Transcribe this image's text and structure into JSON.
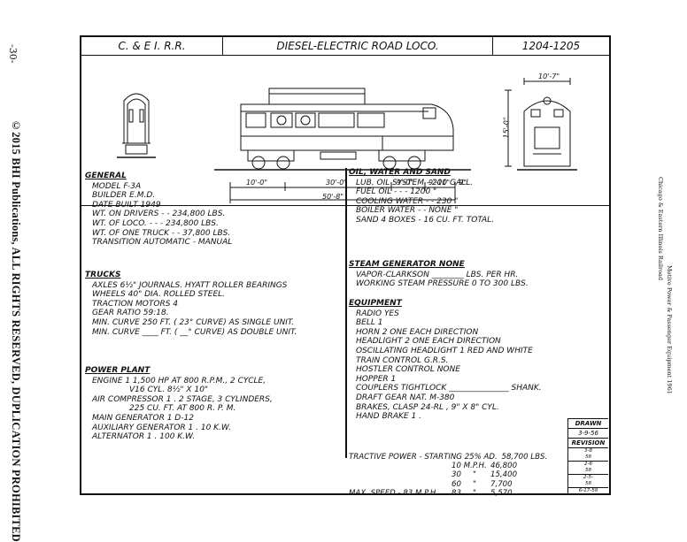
{
  "side": {
    "page_number": "-30-",
    "copyright": "©2015 BHI Publications, ALL RIGHTS RESERVED, DUPLICATION PROHIBITED",
    "book_title": "Chicago & Eastern Illinois Railroad",
    "book_subtitle": "Motive Power & Passenger Equipment 1961"
  },
  "header": {
    "road": "C. & E I. R.R.",
    "title": "DIESEL-ELECTRIC ROAD LOCO.",
    "numbers": "1204-1205"
  },
  "dimensions": {
    "width": "10'-7\"",
    "height": "15'-0\"",
    "d1": "10'-0\"",
    "d2": "30'-0\"",
    "d3": "9'-0\"",
    "d4": "9'-11\"",
    "d5": "9\"",
    "overall": "50'-8\""
  },
  "general": {
    "heading": "GENERAL",
    "lines": [
      "MODEL  F-3A",
      "BUILDER  E.M.D.",
      "DATE BUILT  1949",
      "WT. ON DRIVERS - - 234,800   LBS.",
      "WT. OF LOCO. - - - 234,800   LBS.",
      "WT. OF ONE TRUCK - - 37,800  LBS.",
      "TRANSITION  AUTOMATIC - MANUAL"
    ]
  },
  "trucks": {
    "heading": "TRUCKS",
    "lines": [
      "AXLES 6½\" JOURNALS.  HYATT ROLLER BEARINGS",
      "WHEELS 40\" DIA.  ROLLED STEEL.",
      "TRACTION MOTORS   4",
      "GEAR RATIO  59:18.",
      "MIN. CURVE 250 FT. ( 23° CURVE) AS SINGLE UNIT.",
      "MIN. CURVE ____ FT. ( __° CURVE) AS DOUBLE UNIT."
    ]
  },
  "power_plant": {
    "heading": "POWER PLANT",
    "lines": [
      "ENGINE  1   1,500 HP AT 800 R.P.M.,  2  CYCLE,",
      "           V16 CYL.   8½\" X 10\"",
      "AIR COMPRESSOR  1 .  2 STAGE,  3 CYLINDERS,",
      "           225 CU. FT.  AT 800 R. P. M.",
      "MAIN GENERATOR  1     D-12",
      "AUXILIARY GENERATOR  1 .  10  K.W.",
      "ALTERNATOR  1 .  100 K.W."
    ]
  },
  "oil_water_sand": {
    "heading": "OIL, WATER AND SAND",
    "lines": [
      "LUB. OIL SYSTEM - 200 GALL.",
      "FUEL OIL - - - 1200   \"",
      "COOLING WATER - - 230   \"",
      "BOILER WATER - - NONE   \"",
      "SAND  4  BOXES - 16   CU. FT. TOTAL."
    ]
  },
  "steam_generator": {
    "heading": "STEAM GENERATOR    NONE",
    "lines": [
      "VAPOR-CLARKSON ________ LBS. PER HR.",
      "WORKING STEAM PRESSURE  0  TO  300 LBS."
    ]
  },
  "equipment": {
    "heading": "EQUIPMENT",
    "lines": [
      "RADIO  YES",
      "BELL   1",
      "HORN   2    ONE EACH DIRECTION",
      "HEADLIGHT  2   ONE EACH DIRECTION",
      "OSCILLATING HEADLIGHT  1    RED AND WHITE",
      "TRAIN CONTROL  G.R.S.",
      "HOSTLER CONTROL  NONE",
      "HOPPER   1",
      "COUPLERS  TIGHTLOCK _______________ SHANK.",
      "DRAFT GEAR   NAT.          M-380",
      "BRAKES, CLASP  24-RL ,   9\" X 8\"   CYL.",
      "HAND BRAKE    1 ."
    ]
  },
  "tractive": {
    "label": "TRACTIVE POWER - STARTING 25% AD.",
    "starting": "58,700 LBS.",
    "rows": [
      {
        "mph": "10 M.P.H.",
        "value": "46,800"
      },
      {
        "mph": "30",
        "value": "15,400"
      },
      {
        "mph": "60",
        "value": "7,700"
      },
      {
        "mph": "83",
        "value": "5,570"
      }
    ],
    "ditto": "\"",
    "max_speed": "MAX. SPEED - 83  M.P.H."
  },
  "revision": {
    "drawn_label": "DRAWN",
    "drawn_date": "3-9-56",
    "revision_label": "REVISION",
    "entries": [
      "3-8\n58",
      "2-6\n58",
      "2-5-\n58",
      "6-17-59"
    ]
  },
  "colors": {
    "ink": "#111111",
    "paper": "#ffffff"
  }
}
